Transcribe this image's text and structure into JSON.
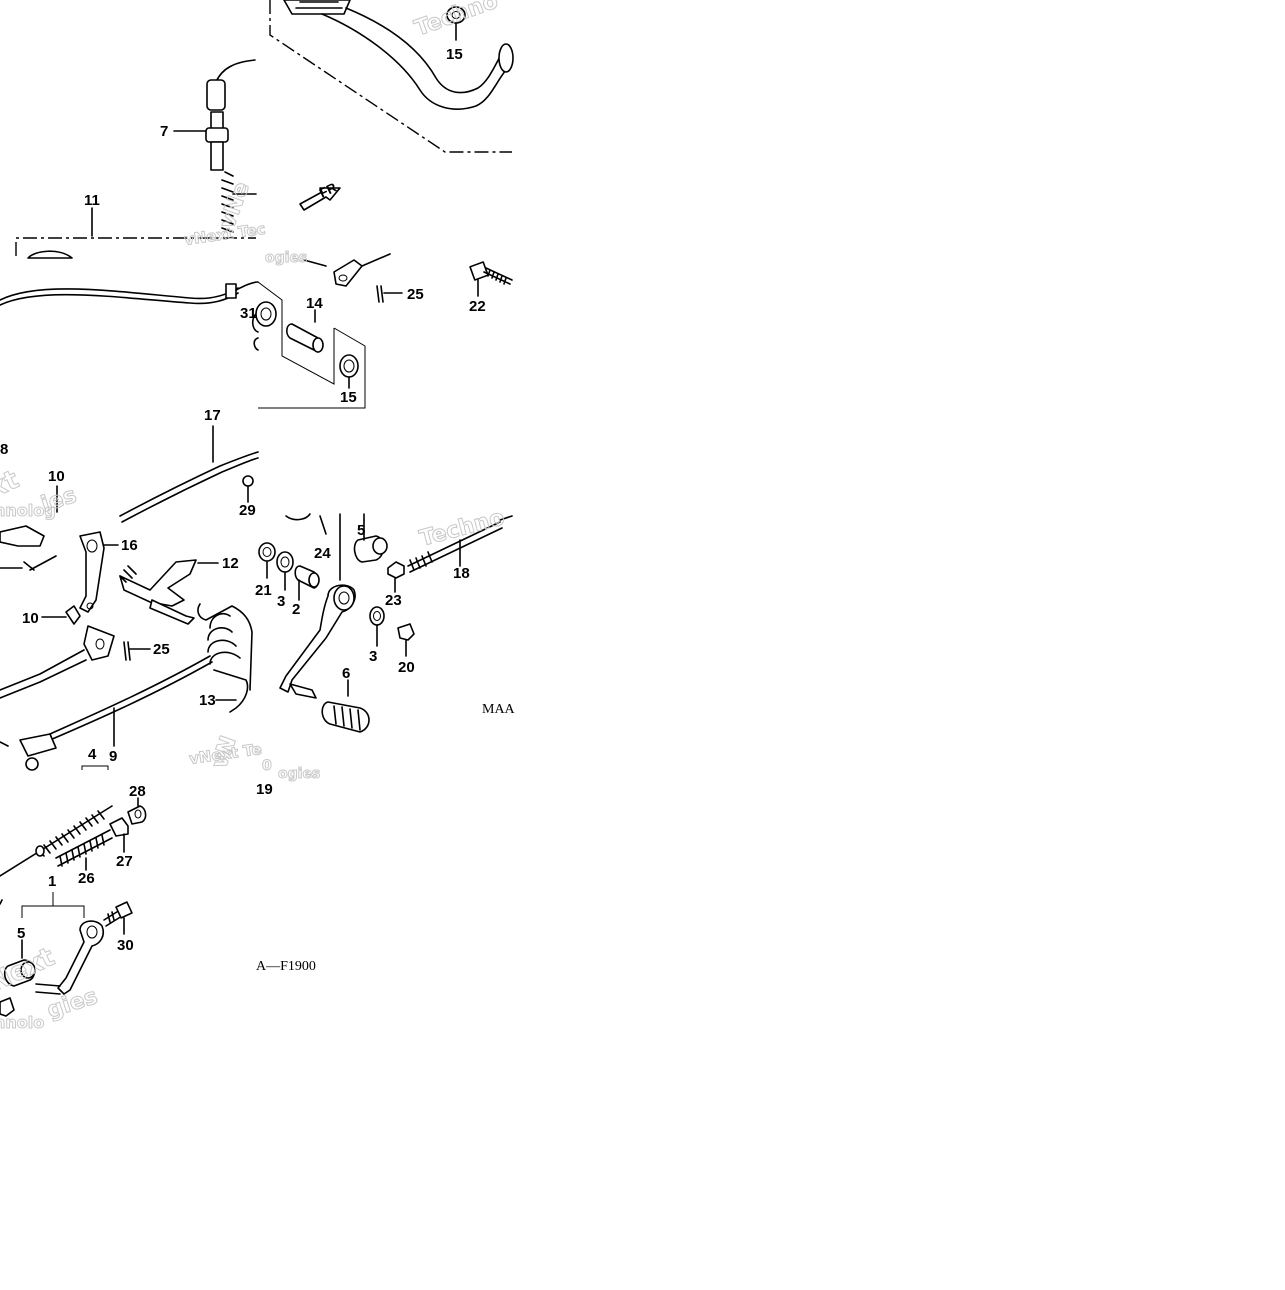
{
  "callouts": {
    "c1": "1",
    "c2": "2",
    "c3a": "3",
    "c3b": "3",
    "c4": "4",
    "c5a": "5",
    "c5b": "5",
    "c6": "6",
    "c7": "7",
    "c8": "8",
    "c9": "9",
    "c10a": "10",
    "c10b": "10",
    "c11": "11",
    "c12": "12",
    "c13": "13",
    "c14": "14",
    "c15a": "15",
    "c15b": "15",
    "c16": "16",
    "c17": "17",
    "c18": "18",
    "c19": "19",
    "c20": "20",
    "c21": "21",
    "c22": "22",
    "c23": "23",
    "c24": "24",
    "c25a": "25",
    "c25b": "25",
    "c26": "26",
    "c27": "27",
    "c28": "28",
    "c29": "29",
    "c30": "30",
    "c31": "31"
  },
  "direction_label": "FR.",
  "figure_codes": {
    "code_right": "MAA",
    "code_bottom": "A—F1900"
  },
  "icons": [
    "front-direction-arrow-icon"
  ]
}
